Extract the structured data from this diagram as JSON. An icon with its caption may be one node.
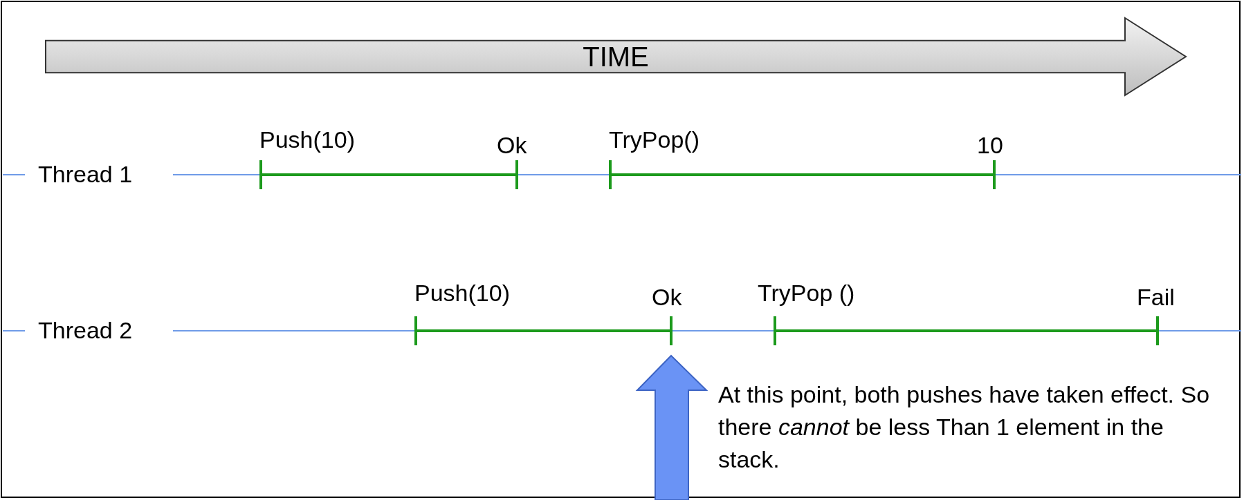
{
  "diagram": {
    "nodes": [
      {
        "text": [
          "TIME"
        ]
      }
    ],
    "edges": [],
    "labels": [
      "Push(10)",
      "Ok",
      "TryPop()",
      "10",
      "Thread 1",
      "Push(10)",
      "Ok",
      "TryPop ()",
      "Fail",
      "Thread 2",
      "At this point, both pushes have taken effect. So there *cannot* be less Than 1 element in the stack."
    ]
  }
}
